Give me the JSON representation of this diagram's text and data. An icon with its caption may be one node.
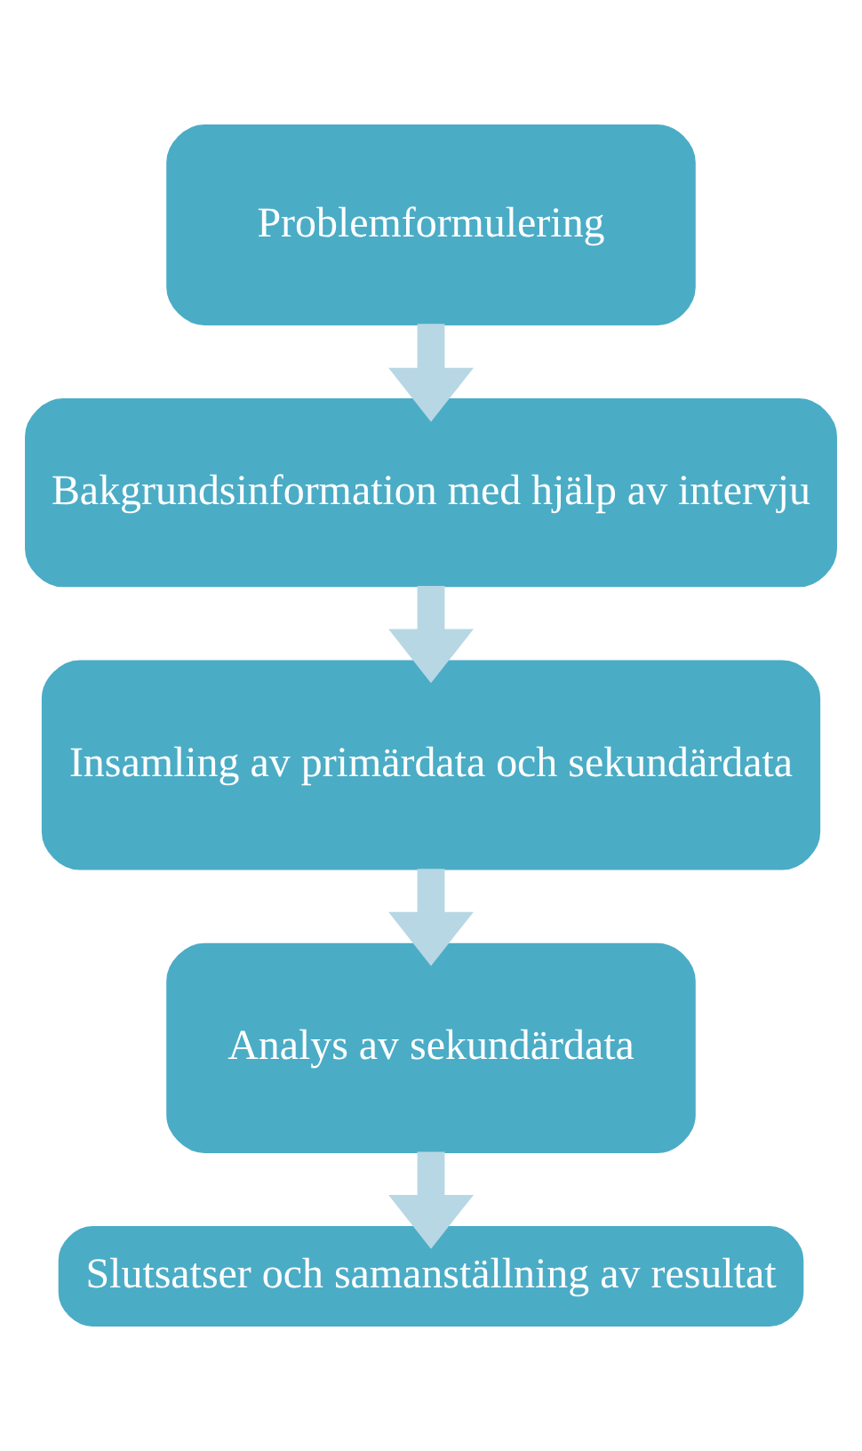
{
  "diagram": {
    "nodes": [
      {
        "text": [
          "Problemformulering"
        ]
      },
      {
        "text": [
          "Bakgrundsinformation med hjälp av intervju"
        ]
      },
      {
        "text": [
          "Insamling av primärdata och sekundärdata"
        ]
      },
      {
        "text": [
          "Analys av sekundärdata"
        ]
      },
      {
        "text": [
          "Slutsatser och samanställning av resultat"
        ]
      }
    ],
    "edges": [
      {
        "from": 0,
        "to": 1,
        "arrow": "to"
      },
      {
        "from": 1,
        "to": 2,
        "arrow": "to"
      },
      {
        "from": 2,
        "to": 3,
        "arrow": "to"
      },
      {
        "from": 3,
        "to": 4,
        "arrow": "to"
      }
    ]
  }
}
